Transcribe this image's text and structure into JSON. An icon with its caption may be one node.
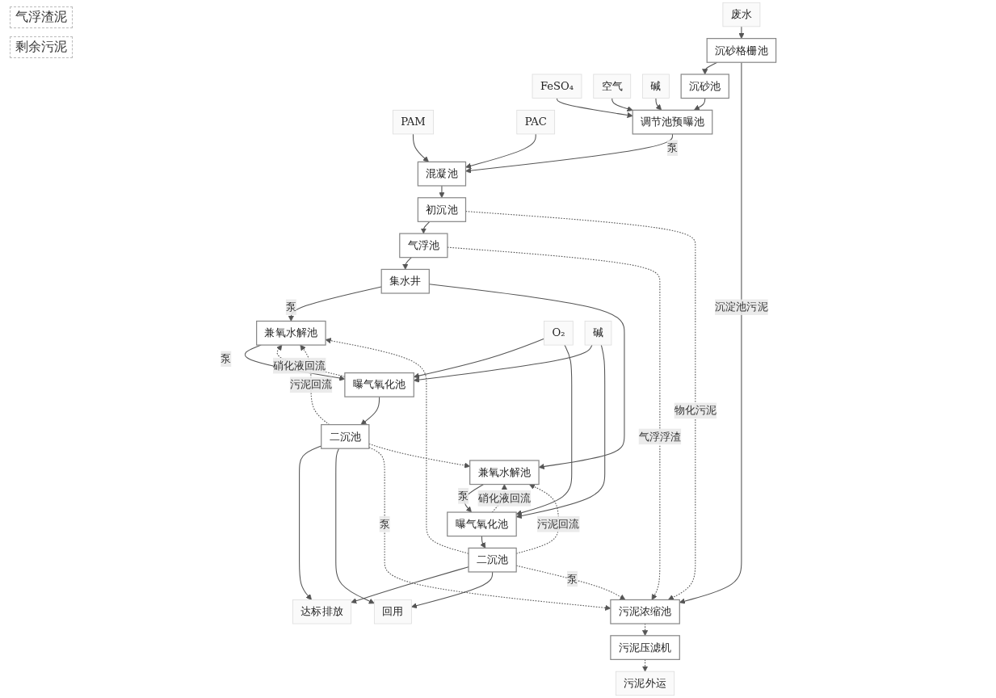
{
  "diagram": {
    "nodes": [
      {
        "text": [
          "FeSO₄"
        ]
      },
      {
        "text": [
          "空气"
        ]
      },
      {
        "text": [
          "碱"
        ]
      },
      {
        "text": [
          "PAM"
        ]
      },
      {
        "text": [
          "PAC"
        ]
      },
      {
        "text": [
          "废水"
        ]
      },
      {
        "text": [
          "沉砂格栅池"
        ]
      },
      {
        "text": [
          "沉砂池"
        ]
      },
      {
        "text": [
          "调节池预曝池"
        ]
      },
      {
        "text": [
          "混凝池"
        ]
      },
      {
        "text": [
          "初沉池"
        ]
      },
      {
        "text": [
          "气浮池"
        ]
      },
      {
        "text": [
          "集水井"
        ]
      },
      {
        "text": [
          "污泥外运"
        ]
      },
      {
        "text": [
          "污泥压滤机"
        ]
      },
      {
        "text": [
          "污泥浓缩池"
        ]
      },
      {
        "text": [
          "回用"
        ]
      },
      {
        "text": [
          "达标排放"
        ]
      },
      {
        "text": [
          "二沉池"
        ]
      },
      {
        "text": [
          "曝气氧化池"
        ]
      },
      {
        "text": [
          "兼氧水解池"
        ]
      },
      {
        "text": [
          "O₂"
        ]
      },
      {
        "text": [
          "碱"
        ]
      },
      {
        "text": [
          "二沉池"
        ]
      },
      {
        "text": [
          "曝气氧化池"
        ]
      },
      {
        "text": [
          "兼氧水解池"
        ]
      }
    ],
    "edges": [
      {
        "from": 0,
        "to": 8,
        "arrow": "to"
      },
      {
        "from": 1,
        "to": 8,
        "arrow": "to"
      },
      {
        "from": 2,
        "to": 8,
        "arrow": "to"
      },
      {
        "from": 3,
        "to": 9,
        "arrow": "to"
      },
      {
        "from": 4,
        "to": 9,
        "arrow": "to"
      },
      {
        "from": 5,
        "to": 6,
        "arrow": "to"
      },
      {
        "from": 6,
        "to": 7,
        "arrow": "to"
      },
      {
        "from": 7,
        "to": 8,
        "arrow": "to"
      },
      {
        "from": 8,
        "to": 9,
        "label": "泵",
        "arrow": "to"
      },
      {
        "from": 9,
        "to": 10,
        "arrow": "to"
      },
      {
        "from": 10,
        "to": 11,
        "arrow": "to"
      },
      {
        "from": 11,
        "to": 12,
        "arrow": "to"
      },
      {
        "from": 6,
        "to": 15,
        "label": "沉淀池污泥",
        "arrow": "to"
      },
      {
        "from": 10,
        "to": 15,
        "label": "物化污泥",
        "arrow": "to",
        "style": "dashed"
      },
      {
        "from": 11,
        "to": 15,
        "label": "气浮浮渣",
        "arrow": "to",
        "style": "dashed"
      },
      {
        "from": 15,
        "to": 14,
        "arrow": "to",
        "style": "dashed"
      },
      {
        "from": 14,
        "to": 13,
        "arrow": "to",
        "style": "dashed"
      },
      {
        "from": 12,
        "to": 20,
        "label": "泵",
        "arrow": "to"
      },
      {
        "from": 12,
        "to": 25,
        "arrow": "to"
      },
      {
        "from": 20,
        "to": 19,
        "label": "泵",
        "arrow": "to"
      },
      {
        "from": 25,
        "to": 24,
        "label": "泵",
        "arrow": "to"
      },
      {
        "from": 21,
        "to": 19,
        "arrow": "to"
      },
      {
        "from": 21,
        "to": 24,
        "arrow": "to"
      },
      {
        "from": 22,
        "to": 19,
        "arrow": "to"
      },
      {
        "from": 22,
        "to": 24,
        "arrow": "to"
      },
      {
        "from": 19,
        "to": 20,
        "label": "硝化液回流",
        "arrow": "to",
        "style": "dashed"
      },
      {
        "from": 24,
        "to": 25,
        "label": "硝化液回流",
        "arrow": "to",
        "style": "dashed"
      },
      {
        "from": 19,
        "to": 18,
        "arrow": "to"
      },
      {
        "from": 24,
        "to": 23,
        "arrow": "to"
      },
      {
        "from": 18,
        "to": 17,
        "arrow": "to"
      },
      {
        "from": 23,
        "to": 17,
        "arrow": "to"
      },
      {
        "from": 18,
        "to": 16,
        "arrow": "to"
      },
      {
        "from": 23,
        "to": 16,
        "arrow": "to"
      },
      {
        "from": 18,
        "to": 15,
        "label": "泵",
        "arrow": "to",
        "style": "dashed"
      },
      {
        "from": 23,
        "to": 15,
        "label": "泵",
        "arrow": "to",
        "style": "dashed"
      },
      {
        "from": 18,
        "to": 20,
        "label": "污泥回流",
        "arrow": "to",
        "style": "dashed"
      },
      {
        "from": 18,
        "to": 25,
        "arrow": "to",
        "style": "dashed"
      },
      {
        "from": 23,
        "to": 20,
        "arrow": "to",
        "style": "dashed"
      },
      {
        "from": 23,
        "to": 25,
        "label": "污泥回流",
        "arrow": "to",
        "style": "dashed"
      }
    ],
    "labels": [
      "气浮渣泥",
      "剩余污泥"
    ]
  }
}
